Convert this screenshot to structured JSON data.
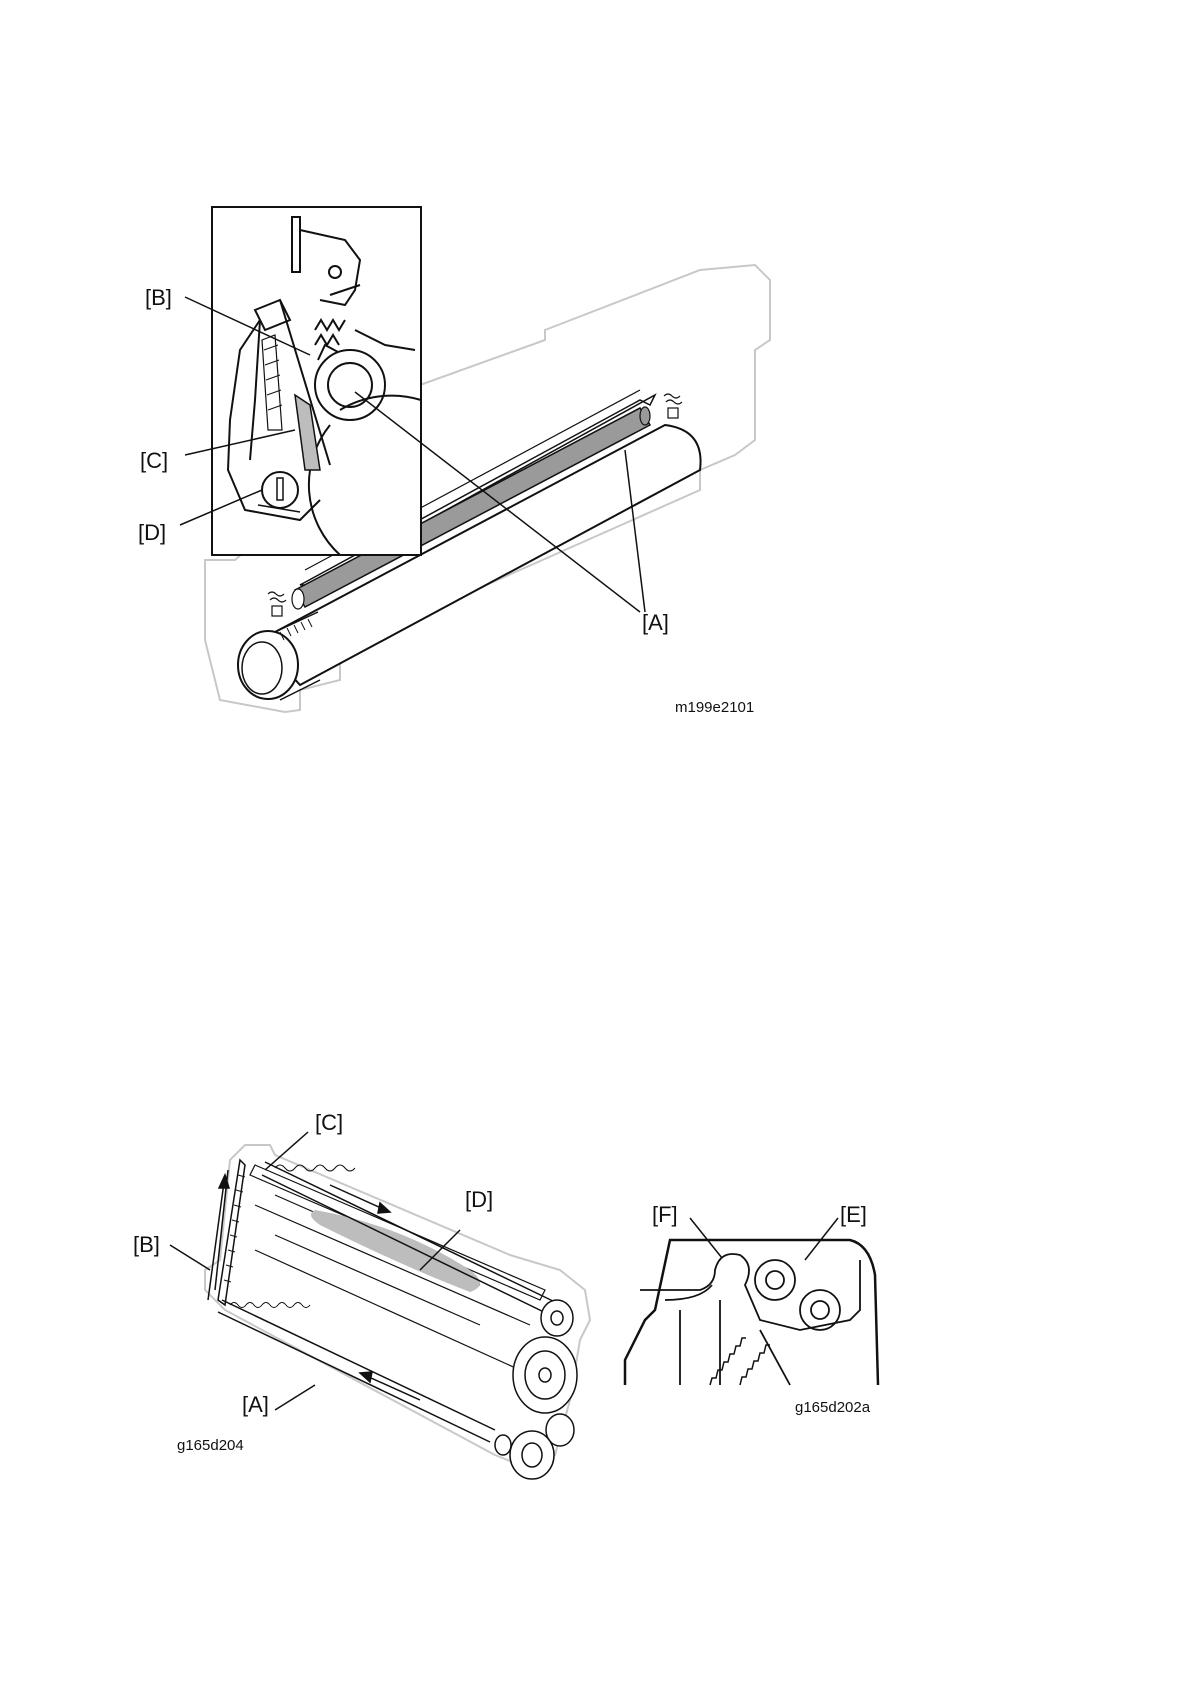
{
  "figure1": {
    "callouts": {
      "a": "[A]",
      "b": "[B]",
      "c": "[C]",
      "d": "[D]"
    },
    "code": "m199e2101"
  },
  "figure2": {
    "callouts": {
      "a": "[A]",
      "b": "[B]",
      "c": "[C]",
      "d": "[D]"
    },
    "code": "g165d204"
  },
  "figure3": {
    "callouts": {
      "e": "[E]",
      "f": "[F]"
    },
    "code": "g165d202a"
  },
  "colors": {
    "line": "#111111",
    "ghost": "#c8c8c8",
    "roller_fill": "#9a9a9a",
    "shade": "#bdbdbd"
  }
}
